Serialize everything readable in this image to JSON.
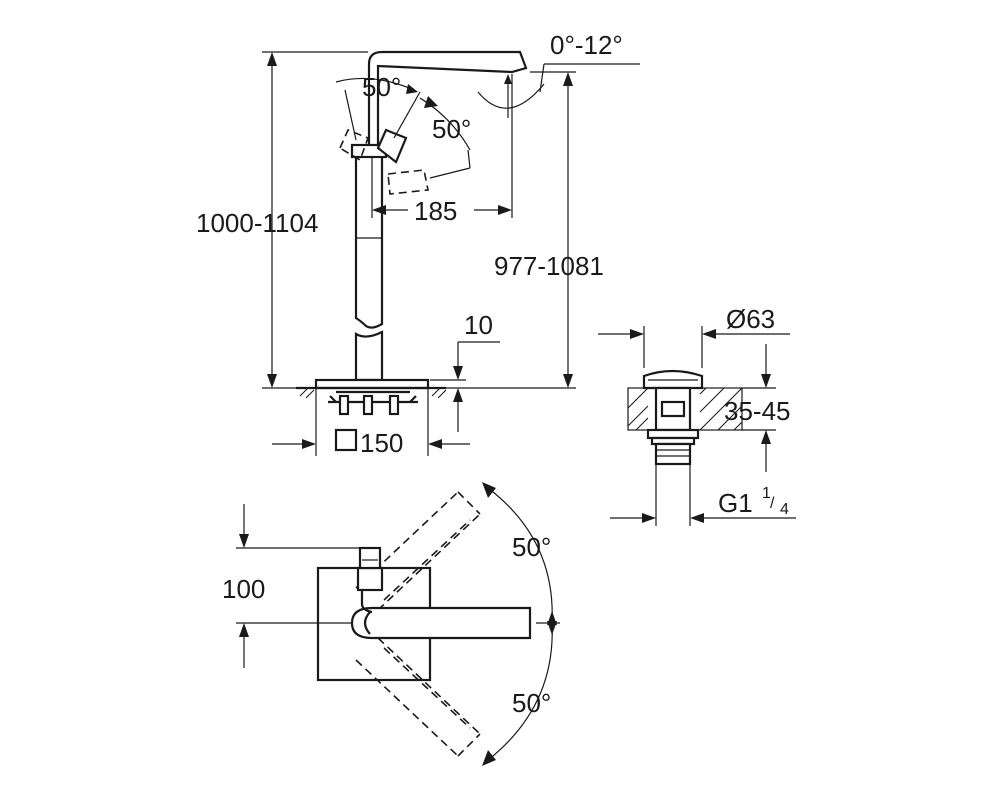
{
  "dimensions": {
    "total_height": "1000-1104",
    "spout_height": "977-1081",
    "spout_reach": "185",
    "base_plate_offset": "10",
    "base_square": "150",
    "lever_angle_top_left": "50°",
    "lever_angle_top_right": "50°",
    "spout_tilt": "0°-12°",
    "waste_diameter": "Ø63",
    "countertop_thickness": "35-45",
    "waste_thread_main": "G1",
    "waste_thread_num": "1",
    "waste_thread_den": "4",
    "plan_offset": "100",
    "plan_angle_upper": "50°",
    "plan_angle_lower": "50°"
  }
}
